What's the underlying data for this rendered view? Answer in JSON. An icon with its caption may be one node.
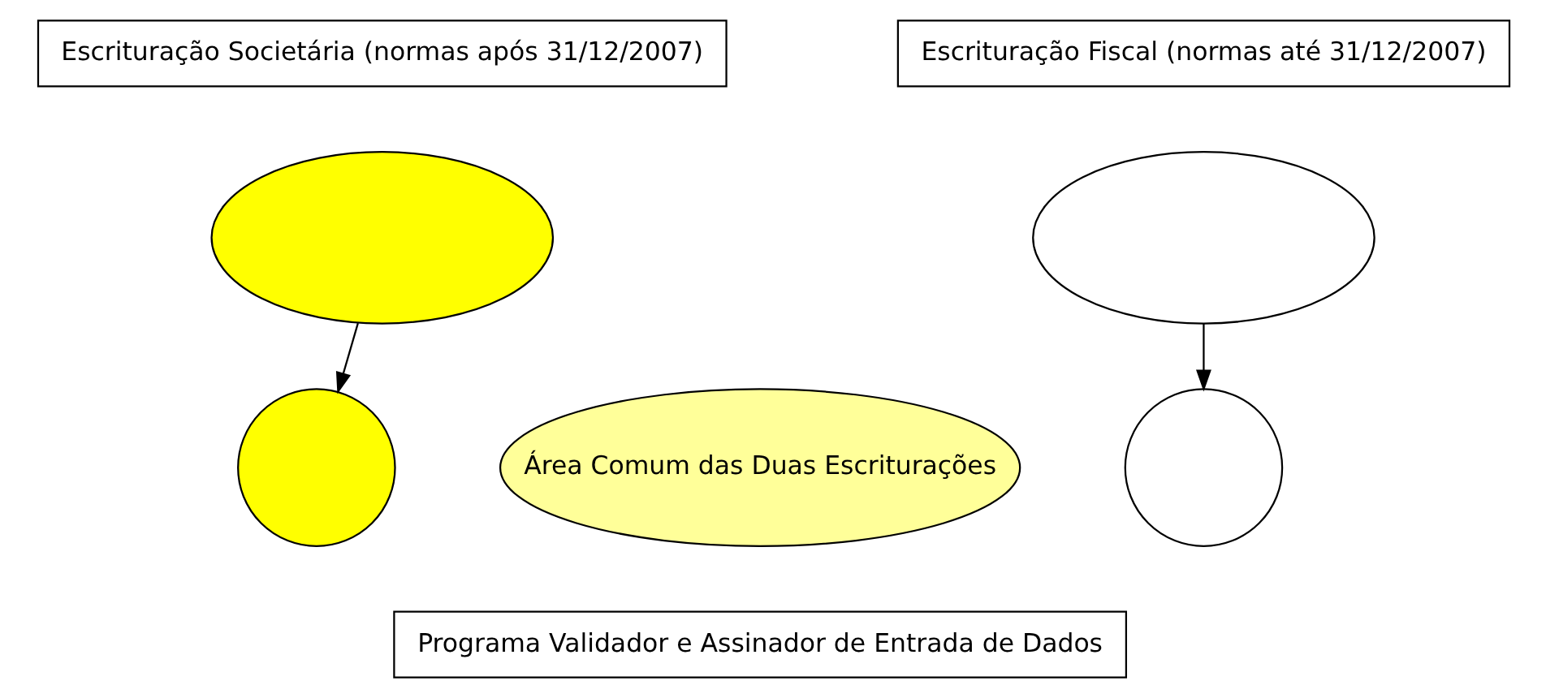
{
  "diagram": {
    "nodes": [
      {
        "text": [
          "Escrituração Societária (normas após 31/12/2007)"
        ]
      },
      {
        "text": [
          "Escrituração Fiscal (normas até 31/12/2007)"
        ]
      },
      {
        "text": [],
        "shape": "ellipse"
      },
      {
        "text": [],
        "shape": "ellipse"
      },
      {
        "text": [],
        "shape": "ellipse"
      },
      {
        "text": [
          "Área Comum das Duas Escriturações"
        ]
      },
      {
        "text": [],
        "shape": "ellipse"
      },
      {
        "text": [
          "Programa Validador e Assinador de Entrada de Dados"
        ]
      }
    ],
    "edges": [
      {
        "from": 2,
        "to": 4,
        "arrow": "to"
      },
      {
        "from": 3,
        "to": 6,
        "arrow": "to"
      }
    ]
  }
}
